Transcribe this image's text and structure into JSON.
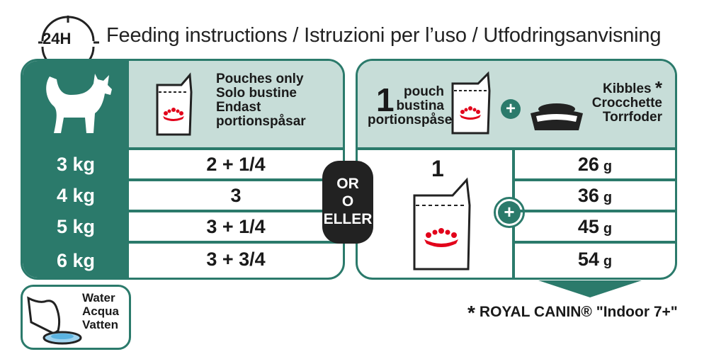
{
  "header": {
    "badge": "24H",
    "title": "Feeding instructions / Istruzioni per l’uso / Utfodringsanvisning"
  },
  "left_table": {
    "pouch_header": [
      "Pouches only",
      "Solo bustine",
      "Endast",
      "portionspåsar"
    ],
    "rows": [
      {
        "weight": "3 kg",
        "amount": "2 + 1/4"
      },
      {
        "weight": "4 kg",
        "amount": "3"
      },
      {
        "weight": "5 kg",
        "amount": "3 + 1/4"
      },
      {
        "weight": "6 kg",
        "amount": "3 + 3/4"
      }
    ]
  },
  "or_badge": [
    "OR",
    "O",
    "ELLER"
  ],
  "right_table": {
    "pouch_count": "1",
    "pouch_label": [
      "pouch",
      "bustina",
      "portionspåse"
    ],
    "plus": "+",
    "kibbles_label": [
      "Kibbles",
      "Crocchette",
      "Torrfoder"
    ],
    "kibbles_star": "*",
    "pouch_number": "1",
    "rows": [
      {
        "value": "26",
        "unit": "g"
      },
      {
        "value": "36",
        "unit": "g"
      },
      {
        "value": "45",
        "unit": "g"
      },
      {
        "value": "54",
        "unit": "g"
      }
    ]
  },
  "water_box": [
    "Water",
    "Acqua",
    "Vatten"
  ],
  "footer": {
    "star": "*",
    "text": "ROYAL CANIN® \"Indoor 7+\""
  },
  "colors": {
    "primary": "#2b7a6b",
    "light": "#c7ddd8",
    "brand_red": "#e2001a"
  }
}
